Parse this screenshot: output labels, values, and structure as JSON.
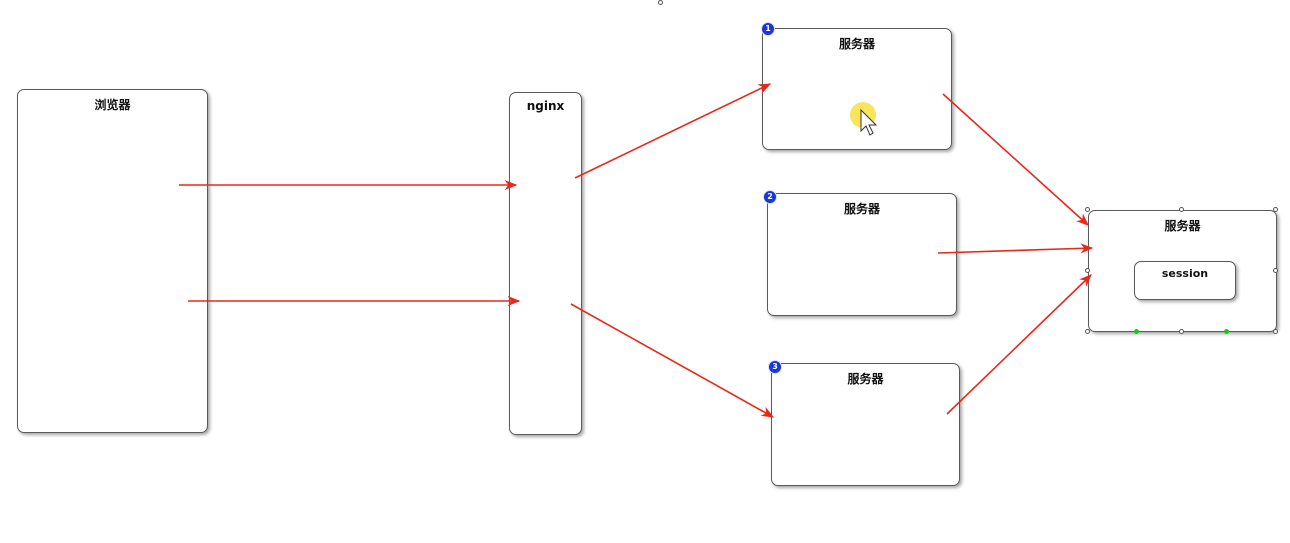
{
  "nodes": {
    "browser": {
      "label": "浏览器"
    },
    "nginx": {
      "label": "nginx"
    },
    "server1": {
      "label": "服务器",
      "badge": "1"
    },
    "server2": {
      "label": "服务器",
      "badge": "2"
    },
    "server3": {
      "label": "服务器",
      "badge": "3"
    },
    "session_server": {
      "label": "服务器",
      "inner": {
        "label": "session"
      }
    }
  },
  "colors": {
    "arrow": "#e8281a",
    "badge": "#1a35d6",
    "highlight": "#f7e24a"
  },
  "edges": [
    {
      "from": "browser",
      "to": "nginx"
    },
    {
      "from": "browser",
      "to": "nginx"
    },
    {
      "from": "nginx",
      "to": "server1"
    },
    {
      "from": "nginx",
      "to": "server3"
    },
    {
      "from": "server1",
      "to": "session_server"
    },
    {
      "from": "server2",
      "to": "session_server"
    },
    {
      "from": "server3",
      "to": "session_server"
    }
  ]
}
